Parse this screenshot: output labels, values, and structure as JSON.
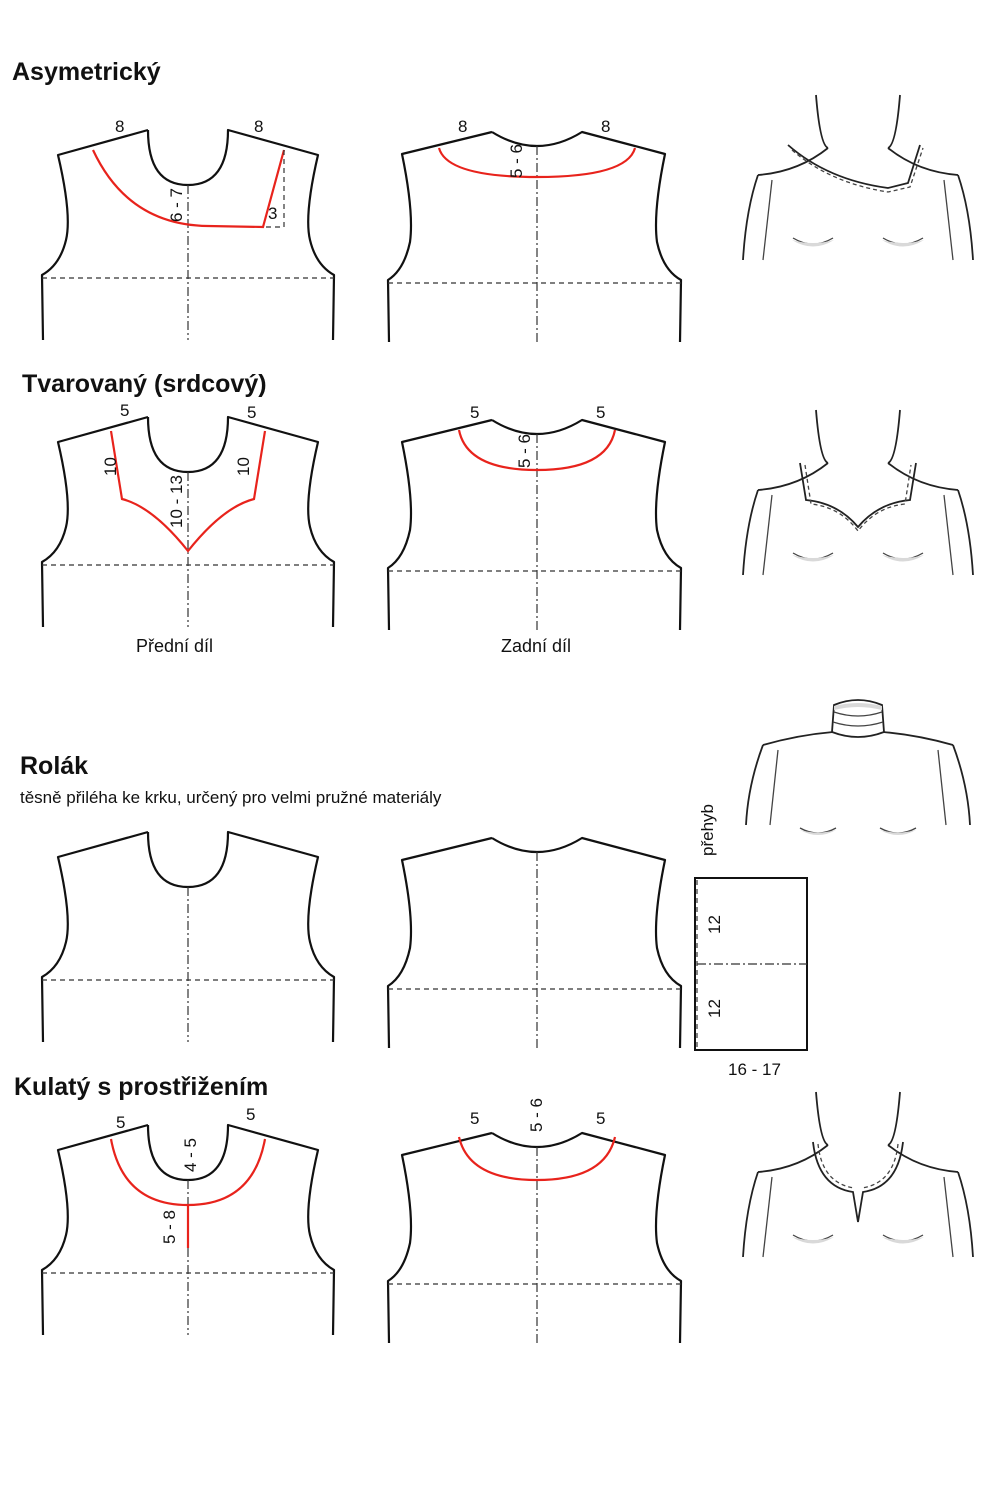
{
  "sections": {
    "asymetricky": {
      "title": "Asymetrický",
      "front": {
        "shoulder_left": "8",
        "shoulder_right": "8",
        "depth": "6 - 7",
        "side": "3"
      },
      "back": {
        "shoulder_left": "8",
        "shoulder_right": "8",
        "depth": "5 - 6"
      }
    },
    "tvarovany": {
      "title": "Tvarovaný (srdcový)",
      "front": {
        "shoulder_left": "5",
        "shoulder_right": "5",
        "side_left": "10",
        "side_right": "10",
        "depth": "10 - 13"
      },
      "back": {
        "shoulder_left": "5",
        "shoulder_right": "5",
        "depth": "5 - 6"
      },
      "caption_front": "Přední díl",
      "caption_back": "Zadní díl"
    },
    "rolak": {
      "title": "Rolák",
      "subtitle": "těsně přiléha ke krku, určený pro velmi pružné materiály",
      "fold_label": "přehyb",
      "collar": {
        "upper": "12",
        "lower": "12",
        "width": "16 - 17"
      }
    },
    "kulaty": {
      "title": "Kulatý s prostřižením",
      "front": {
        "shoulder_left": "5",
        "shoulder_right": "5",
        "depth": "4 - 5",
        "slit": "5 - 8"
      },
      "back": {
        "shoulder_left": "5",
        "shoulder_right": "5",
        "depth": "5 - 6"
      }
    }
  },
  "colors": {
    "pattern_line": "#111111",
    "modification_line": "#e8231c",
    "shading": "#d9d9d9"
  }
}
